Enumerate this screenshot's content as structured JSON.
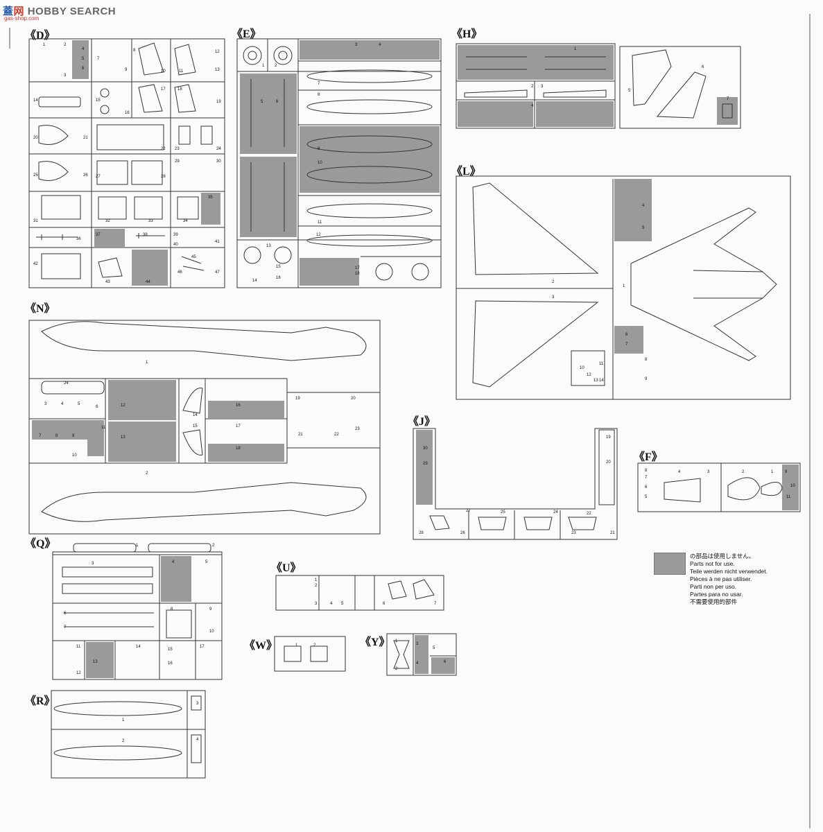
{
  "watermark": {
    "brand_cn_1": "蓋",
    "brand_cn_2": "网",
    "brand_en": "HOBBY SEARCH",
    "url": "gas-shop.com"
  },
  "sections": [
    {
      "id": "D",
      "label": "《D》"
    },
    {
      "id": "E",
      "label": "《E》"
    },
    {
      "id": "H",
      "label": "《H》"
    },
    {
      "id": "L",
      "label": "《L》"
    },
    {
      "id": "N",
      "label": "《N》"
    },
    {
      "id": "J",
      "label": "《J》"
    },
    {
      "id": "F",
      "label": "《F》"
    },
    {
      "id": "Q",
      "label": "《Q》"
    },
    {
      "id": "U",
      "label": "《U》"
    },
    {
      "id": "W",
      "label": "《W》"
    },
    {
      "id": "Y",
      "label": "《Y》"
    },
    {
      "id": "R",
      "label": "《R》"
    }
  ],
  "legend": {
    "color": "#9a9a9a",
    "lines": [
      "の部品は使用しません。",
      "Parts not for use.",
      "Teile werden nicht verwendet.",
      "Pièces à ne pas utiliser.",
      "Parti non per uso.",
      "Partes para no usar.",
      "不需要使用的部件"
    ]
  },
  "part_numbers": {
    "D": [
      "1",
      "2",
      "3",
      "4",
      "5",
      "6",
      "7",
      "8",
      "9",
      "10",
      "11",
      "12",
      "13",
      "14",
      "15",
      "16",
      "17",
      "18",
      "19",
      "20",
      "21",
      "22",
      "23",
      "24",
      "25",
      "26",
      "27",
      "28",
      "29",
      "30",
      "31",
      "32",
      "33",
      "34",
      "35",
      "36",
      "37",
      "38",
      "39",
      "40",
      "41",
      "42",
      "43",
      "44",
      "45",
      "46",
      "47"
    ],
    "E": [
      "1",
      "2",
      "3",
      "4",
      "5",
      "6",
      "7",
      "8",
      "9",
      "10",
      "11",
      "12",
      "13",
      "14",
      "15",
      "16",
      "17",
      "18"
    ],
    "H": [
      "1",
      "2",
      "3",
      "4",
      "5",
      "6",
      "7"
    ],
    "L": [
      "1",
      "2",
      "3",
      "4",
      "5",
      "6",
      "7",
      "8",
      "9",
      "10",
      "11",
      "12",
      "13",
      "14"
    ],
    "N": [
      "1",
      "2",
      "3",
      "4",
      "5",
      "6",
      "7",
      "8",
      "9",
      "10",
      "11",
      "12",
      "13",
      "14",
      "15",
      "16",
      "17",
      "18",
      "19",
      "20",
      "21",
      "22",
      "23",
      "24"
    ],
    "J": [
      "19",
      "20",
      "21",
      "22",
      "23",
      "24",
      "25",
      "26",
      "27",
      "28",
      "29",
      "30"
    ],
    "F": [
      "1",
      "2",
      "3",
      "4",
      "5",
      "6",
      "7",
      "8",
      "9",
      "10",
      "11"
    ],
    "Q": [
      "1",
      "2",
      "3",
      "4",
      "5",
      "6",
      "7",
      "8",
      "9",
      "10",
      "11",
      "12",
      "13",
      "14",
      "15",
      "16",
      "17"
    ],
    "U": [
      "1",
      "2",
      "3",
      "4",
      "5",
      "6",
      "7"
    ],
    "W": [
      "1",
      "2"
    ],
    "Y": [
      "1",
      "2",
      "3",
      "4",
      "5",
      "6"
    ],
    "R": [
      "1",
      "2",
      "3",
      "4"
    ]
  }
}
